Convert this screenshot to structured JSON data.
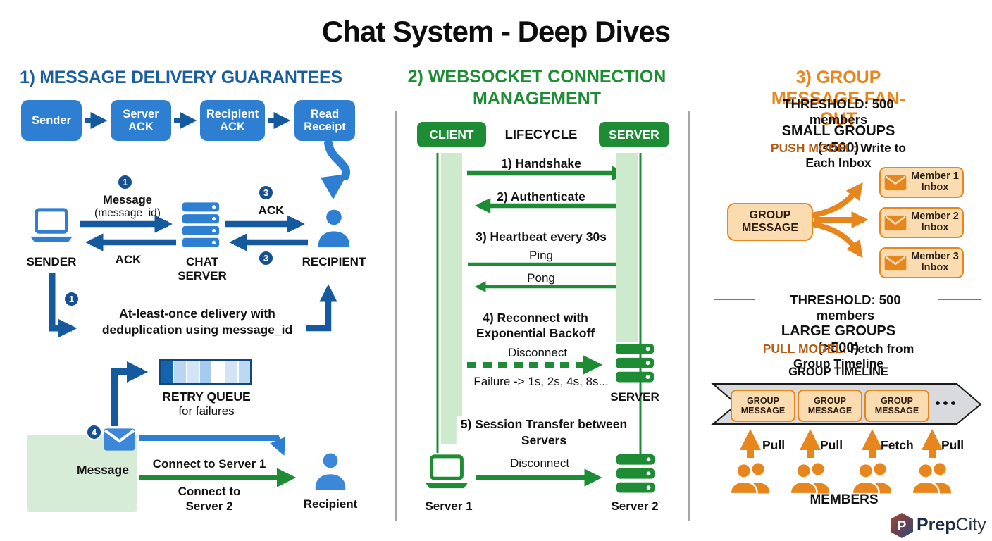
{
  "title": "Chat System - Deep Dives",
  "panel1": {
    "heading": "1) MESSAGE DELIVERY GUARANTEES",
    "flow_boxes": [
      "Sender",
      "Server ACK",
      "Recipient ACK",
      "Read Receipt"
    ],
    "seq": {
      "badge_msg": "1",
      "message": "Message",
      "message_id": "(message_id)",
      "badge_ack_top": "3",
      "ack_top": "ACK",
      "ack_bottom": "ACK",
      "badge_ack_bottom": "3",
      "sender": "SENDER",
      "chat_server": "CHAT\nSERVER",
      "recipient": "RECIPIENT",
      "badge_retry": "1",
      "note": "At-least-once delivery with\ndeduplication using message_id"
    },
    "retry": {
      "queue_title": "RETRY QUEUE",
      "queue_sub": "for failures",
      "badge": "4",
      "message_label": "Message",
      "connect1": "Connect to Server 1",
      "connect2": "Connect to\nServer 2",
      "recipient": "Recipient"
    }
  },
  "panel2": {
    "heading": "2) WEBSOCKET CONNECTION\nMANAGEMENT",
    "client": "CLIENT",
    "lifecycle": "LIFECYCLE",
    "server": "SERVER",
    "handshake": "1) Handshake",
    "authenticate": "2) Authenticate",
    "heartbeat": "3) Heartbeat every 30s",
    "ping": "Ping",
    "pong": "Pong",
    "reconnect": "4) Reconnect with\nExponential Backoff",
    "disconnect_a": "Disconnect",
    "failure": "Failure -> 1s, 2s, 4s, 8s...",
    "server_mid": "SERVER",
    "transfer": "5) Session Transfer between\nServers",
    "disconnect_b": "Disconnect",
    "server1": "Server 1",
    "server2": "Server 2"
  },
  "panel3": {
    "heading": "3) GROUP MESSAGE FAN-OUT",
    "threshold_top": "THRESHOLD: 500 members",
    "small_groups": "SMALL GROUPS (<500)",
    "push_label": "PUSH MODEL:",
    "push_rest": " Write to Each Inbox",
    "group_message": "GROUP\nMESSAGE",
    "inboxes": [
      "Member 1 Inbox",
      "Member 2 Inbox",
      "Member 3 Inbox"
    ],
    "threshold_mid": "THRESHOLD: 500 members",
    "large_groups": "LARGE GROUPS (>500)",
    "pull_label": "PULL MODEL:",
    "pull_rest": " Fetch from Group Timeline",
    "timeline_title": "GROUP TIMELINE",
    "timeline_items": [
      "GROUP\nMESSAGE",
      "GROUP\nMESSAGE",
      "GROUP\nMESSAGE"
    ],
    "ellipsis": "•••",
    "pull_labels": [
      "Pull",
      "Pull",
      "Fetch",
      "Pull"
    ],
    "members": "MEMBERS"
  },
  "logo": {
    "prep": "Prep",
    "city": "City"
  },
  "colors": {
    "blue": "#2e7fd1",
    "dark_blue": "#15599f",
    "heading_blue": "#1b5e9e",
    "badge_navy": "#17508f",
    "green": "#1e8c34",
    "light_green": "#d6ecd7",
    "lifeline_green": "#cdeacd",
    "orange": "#e8861e",
    "dark_orange": "#b35c12",
    "orange_fill": "#fbdcb0",
    "timeline_gray": "#d8dade",
    "queue_cells": [
      "#1663ad",
      "#b9d5ef",
      "#d2e4f6",
      "#a6cbee",
      "#ffffff",
      "#d2e4f6",
      "#bcd7f0"
    ]
  }
}
